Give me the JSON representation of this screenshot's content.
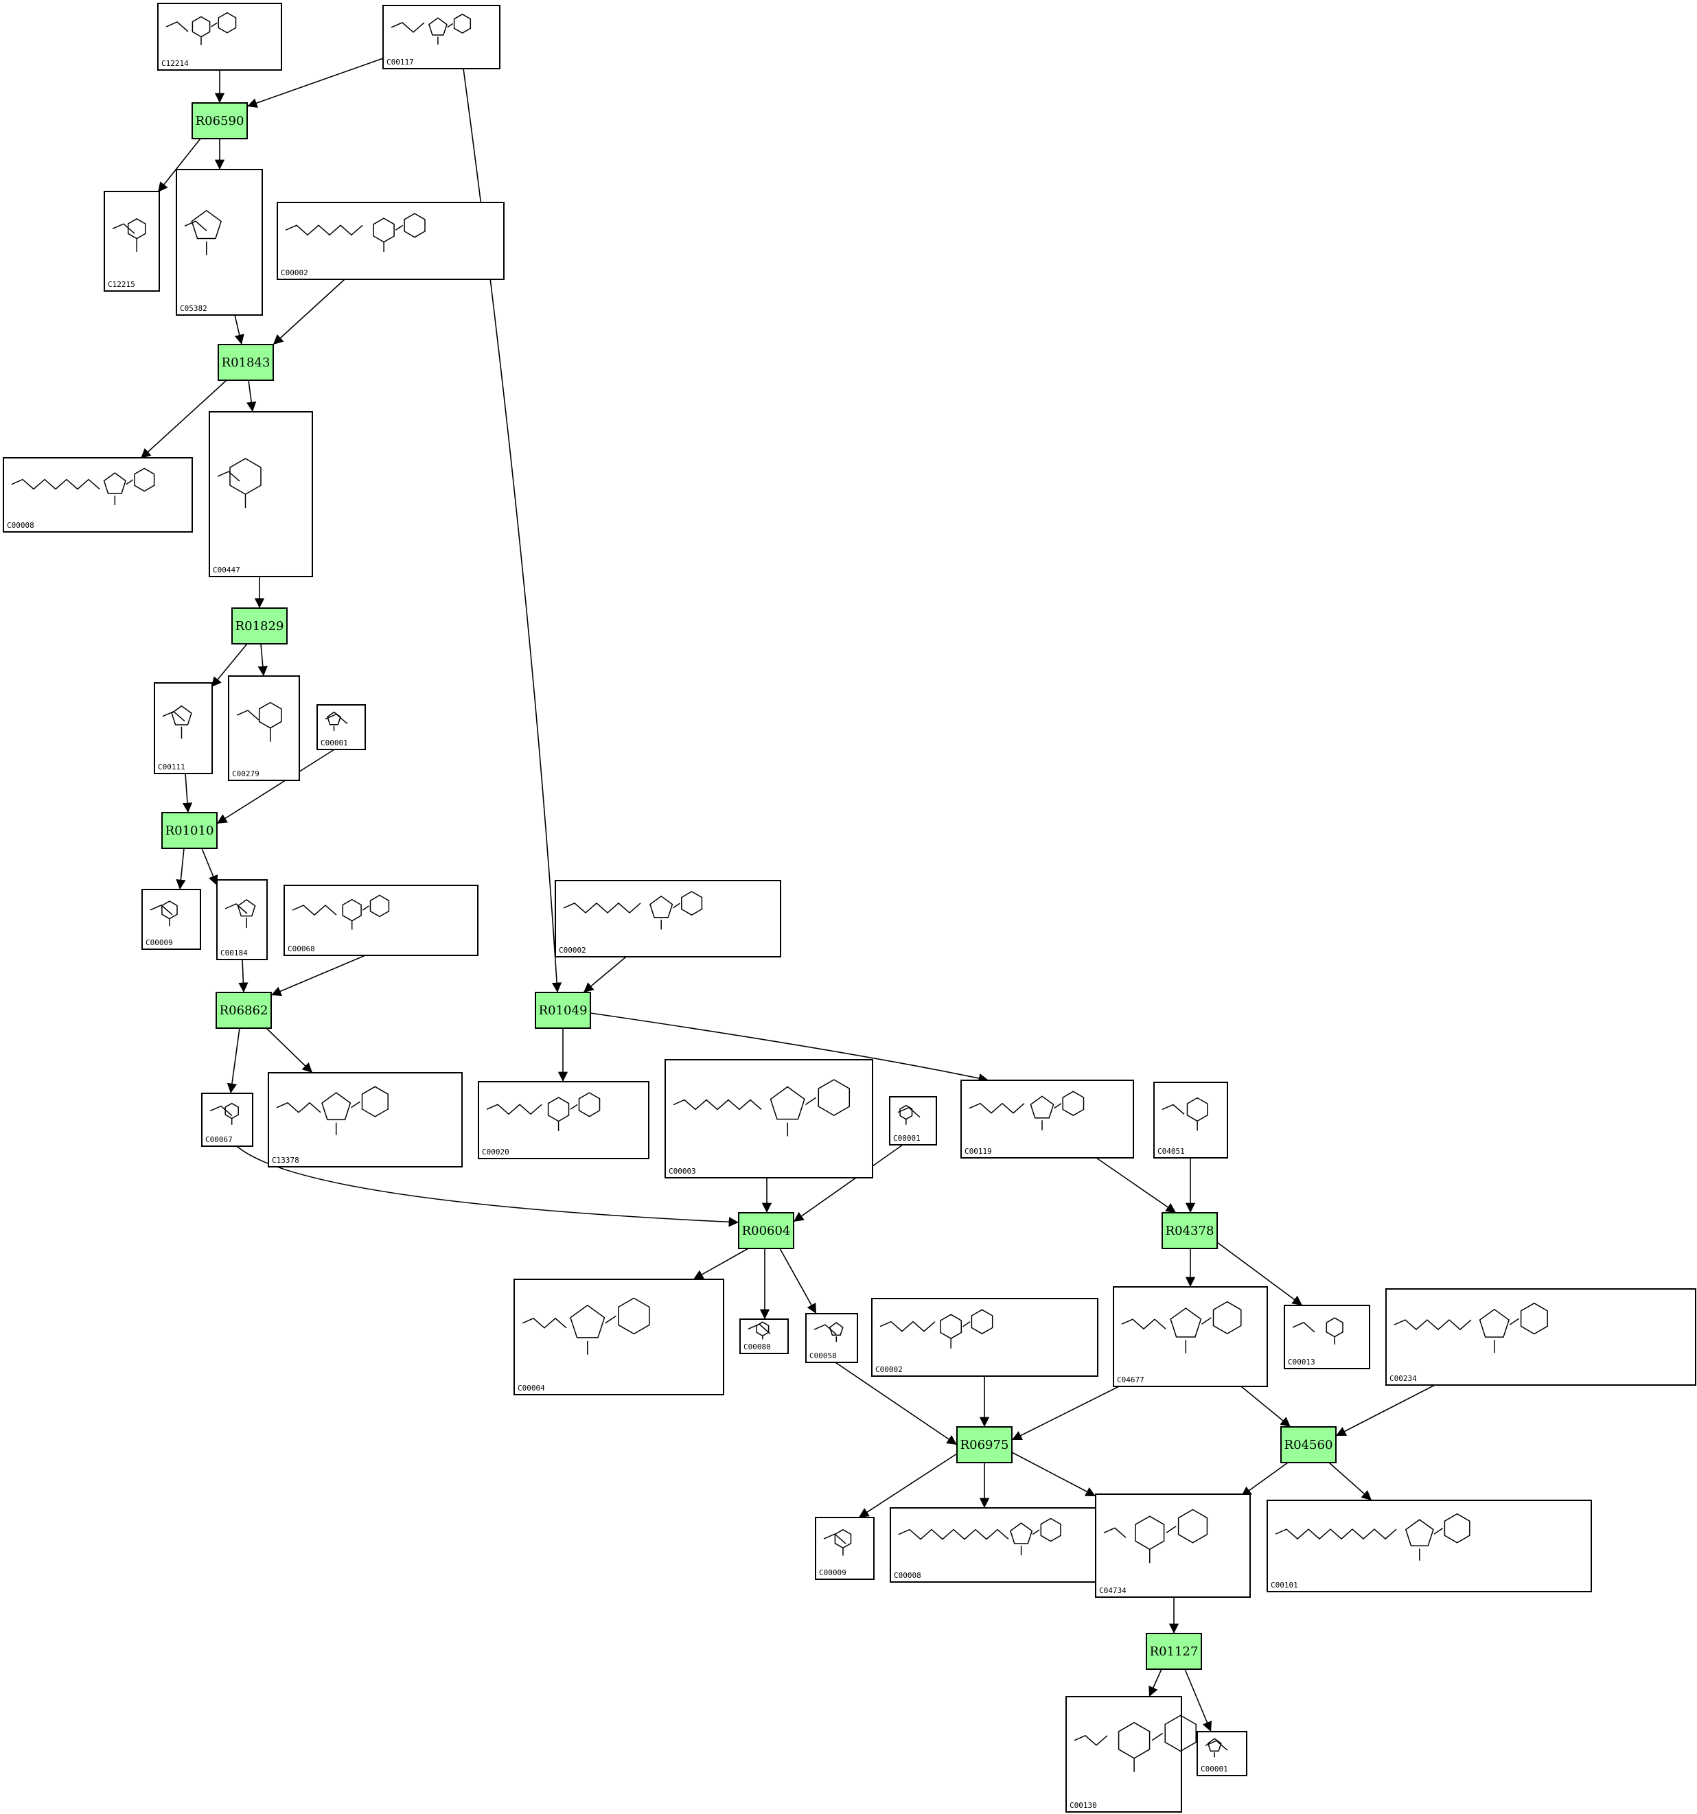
{
  "colors": {
    "reaction_fill": "#99ff99",
    "stroke": "#000000",
    "background": "#ffffff"
  },
  "reactions": [
    {
      "id": "r1",
      "label": "R06590"
    },
    {
      "id": "r2",
      "label": "R01843"
    },
    {
      "id": "r3",
      "label": "R01829"
    },
    {
      "id": "r4",
      "label": "R01010"
    },
    {
      "id": "r5",
      "label": "R06862"
    },
    {
      "id": "r6",
      "label": "R01049"
    },
    {
      "id": "r7",
      "label": "R00604"
    },
    {
      "id": "r8",
      "label": "R04378"
    },
    {
      "id": "r9",
      "label": "R06975"
    },
    {
      "id": "r10",
      "label": "R04560"
    },
    {
      "id": "r11",
      "label": "R01127"
    }
  ],
  "compounds": [
    {
      "id": "c1",
      "label": "C12214"
    },
    {
      "id": "c2",
      "label": "C00117"
    },
    {
      "id": "c3",
      "label": "C12215"
    },
    {
      "id": "c4",
      "label": "C05382"
    },
    {
      "id": "c5",
      "label": "C00002"
    },
    {
      "id": "c6",
      "label": "C00008"
    },
    {
      "id": "c7",
      "label": "C00447"
    },
    {
      "id": "c8",
      "label": "C00111"
    },
    {
      "id": "c9",
      "label": "C00279"
    },
    {
      "id": "c10",
      "label": "C00001"
    },
    {
      "id": "c11",
      "label": "C00009"
    },
    {
      "id": "c12",
      "label": "C00184"
    },
    {
      "id": "c13",
      "label": "C00068"
    },
    {
      "id": "c14",
      "label": "C00002"
    },
    {
      "id": "c15",
      "label": "C00067"
    },
    {
      "id": "c16",
      "label": "C13378"
    },
    {
      "id": "c17",
      "label": "C00020"
    },
    {
      "id": "c18",
      "label": "C00003"
    },
    {
      "id": "c19",
      "label": "C00001"
    },
    {
      "id": "c20",
      "label": "C00119"
    },
    {
      "id": "c21",
      "label": "C04051"
    },
    {
      "id": "c22",
      "label": "C00004"
    },
    {
      "id": "c23",
      "label": "C00080"
    },
    {
      "id": "c24",
      "label": "C00058"
    },
    {
      "id": "c25",
      "label": "C00002"
    },
    {
      "id": "c26",
      "label": "C04677"
    },
    {
      "id": "c27",
      "label": "C00013"
    },
    {
      "id": "c28",
      "label": "C00234"
    },
    {
      "id": "c29",
      "label": "C00009"
    },
    {
      "id": "c30",
      "label": "C00008"
    },
    {
      "id": "c31",
      "label": "C04734"
    },
    {
      "id": "c32",
      "label": "C00101"
    },
    {
      "id": "c33",
      "label": "C00130"
    },
    {
      "id": "c34",
      "label": "C00001"
    }
  ],
  "edges": [
    {
      "from": "c1",
      "to": "r1"
    },
    {
      "from": "c2",
      "to": "r1"
    },
    {
      "from": "r1",
      "to": "c3"
    },
    {
      "from": "r1",
      "to": "c4"
    },
    {
      "from": "c4",
      "to": "r2"
    },
    {
      "from": "c5",
      "to": "r2"
    },
    {
      "from": "r2",
      "to": "c6"
    },
    {
      "from": "r2",
      "to": "c7"
    },
    {
      "from": "c7",
      "to": "r3"
    },
    {
      "from": "r3",
      "to": "c8"
    },
    {
      "from": "r3",
      "to": "c9"
    },
    {
      "from": "c8",
      "to": "r4"
    },
    {
      "from": "c10",
      "to": "r4"
    },
    {
      "from": "r4",
      "to": "c11"
    },
    {
      "from": "r4",
      "to": "c12"
    },
    {
      "from": "c12",
      "to": "r5"
    },
    {
      "from": "c13",
      "to": "r5"
    },
    {
      "from": "r5",
      "to": "c15"
    },
    {
      "from": "r5",
      "to": "c16"
    },
    {
      "from": "c2",
      "to": "r6"
    },
    {
      "from": "c14",
      "to": "r6"
    },
    {
      "from": "r6",
      "to": "c17"
    },
    {
      "from": "r6",
      "to": "c20"
    },
    {
      "from": "c15",
      "to": "r7"
    },
    {
      "from": "c18",
      "to": "r7"
    },
    {
      "from": "c19",
      "to": "r7"
    },
    {
      "from": "r7",
      "to": "c22"
    },
    {
      "from": "r7",
      "to": "c23"
    },
    {
      "from": "r7",
      "to": "c24"
    },
    {
      "from": "c20",
      "to": "r8"
    },
    {
      "from": "c21",
      "to": "r8"
    },
    {
      "from": "r8",
      "to": "c26"
    },
    {
      "from": "r8",
      "to": "c27"
    },
    {
      "from": "c24",
      "to": "r9"
    },
    {
      "from": "c25",
      "to": "r9"
    },
    {
      "from": "c26",
      "to": "r9"
    },
    {
      "from": "r9",
      "to": "c29"
    },
    {
      "from": "r9",
      "to": "c30"
    },
    {
      "from": "r9",
      "to": "c31"
    },
    {
      "from": "c26",
      "to": "r10"
    },
    {
      "from": "c28",
      "to": "r10"
    },
    {
      "from": "r10",
      "to": "c31"
    },
    {
      "from": "r10",
      "to": "c32"
    },
    {
      "from": "c31",
      "to": "r11"
    },
    {
      "from": "r11",
      "to": "c33"
    },
    {
      "from": "r11",
      "to": "c34"
    }
  ]
}
